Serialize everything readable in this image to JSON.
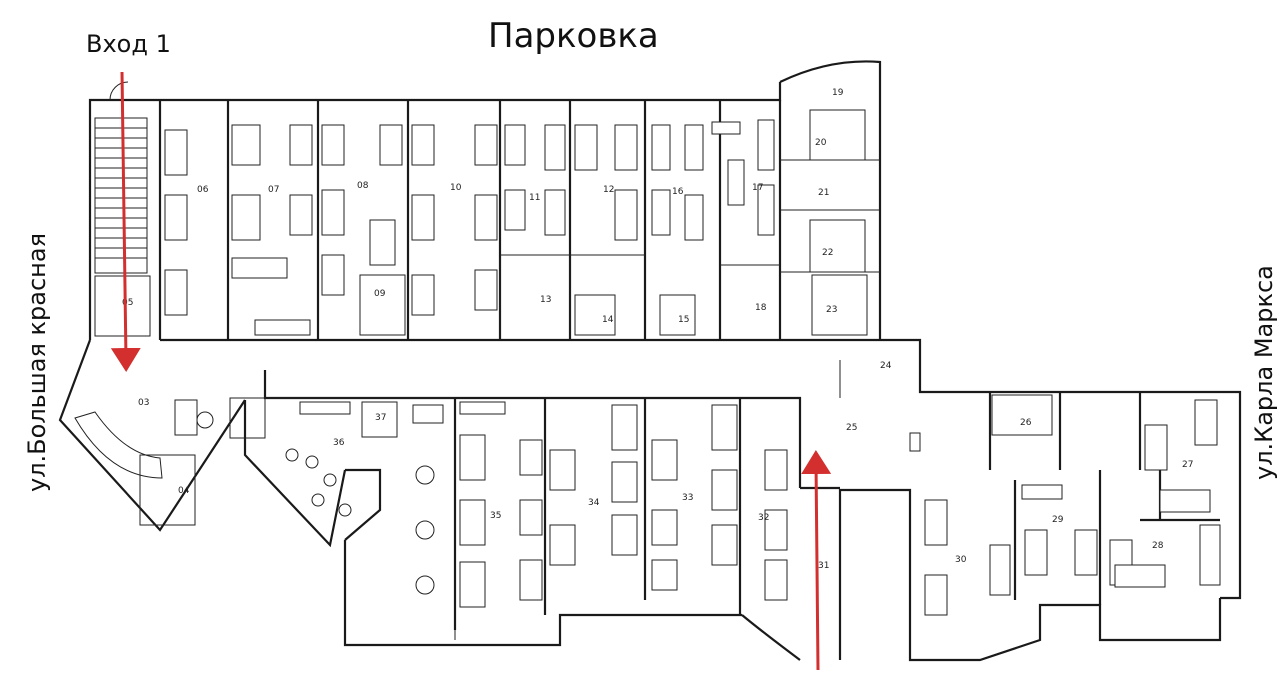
{
  "labels": {
    "parking": "Парковка",
    "entrance": "Вход 1",
    "street_left": "ул.Большая красная",
    "street_right": "ул.Карла Маркса"
  },
  "rooms": [
    "03",
    "04",
    "05",
    "06",
    "07",
    "08",
    "09",
    "10",
    "11",
    "12",
    "13",
    "14",
    "15",
    "16",
    "17",
    "18",
    "19",
    "20",
    "21",
    "22",
    "23",
    "24",
    "25",
    "26",
    "27",
    "28",
    "29",
    "30",
    "31",
    "32",
    "33",
    "34",
    "35",
    "36",
    "37"
  ],
  "colors": {
    "arrow": "#d32f2f",
    "line": "#1a1a1a"
  }
}
